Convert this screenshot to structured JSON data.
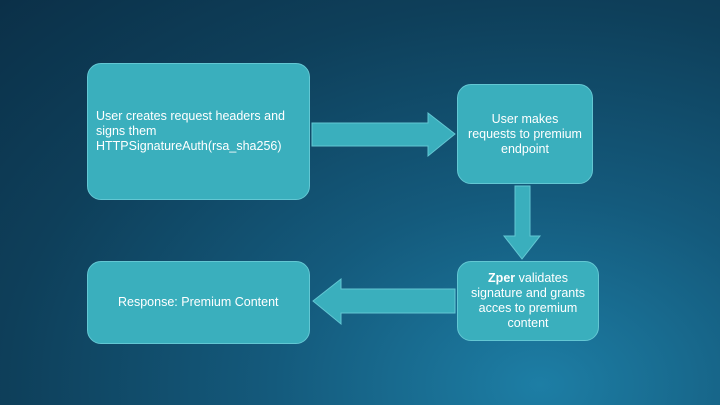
{
  "diagram": {
    "box1": {
      "text": "User creates request headers and signs them HTTPSignatureAuth(rsa_sha256)"
    },
    "box2": {
      "text": "User makes requests to premium endpoint"
    },
    "box3": {
      "bold": "Zper",
      "text": " validates signature and grants acces to premium content"
    },
    "box4": {
      "text": "Response: Premium Content"
    }
  },
  "colors": {
    "box_fill": "#3aafbd",
    "arrow_fill": "#3aafbd",
    "text": "#ffffff",
    "background": "#0e3f5a"
  }
}
